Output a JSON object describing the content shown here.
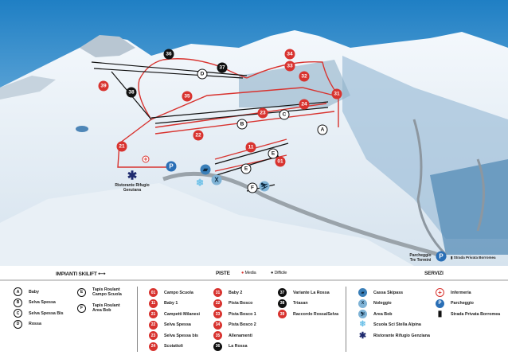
{
  "map": {
    "pistes": [
      {
        "n": "36",
        "c": "blk"
      },
      {
        "n": "37",
        "c": "blk"
      },
      {
        "n": "38",
        "c": "blk"
      },
      {
        "n": "39",
        "c": "red"
      },
      {
        "n": "35",
        "c": "red"
      },
      {
        "n": "34",
        "c": "red"
      },
      {
        "n": "33",
        "c": "red"
      },
      {
        "n": "32",
        "c": "red"
      },
      {
        "n": "31",
        "c": "red"
      },
      {
        "n": "24",
        "c": "red"
      },
      {
        "n": "23",
        "c": "red"
      },
      {
        "n": "22",
        "c": "red"
      },
      {
        "n": "21",
        "c": "red"
      },
      {
        "n": "11",
        "c": "red"
      },
      {
        "n": "01",
        "c": "red"
      }
    ],
    "lifts": [
      "D",
      "C",
      "B",
      "A",
      "E",
      "E",
      "F"
    ],
    "labels": {
      "rifugio": "Ristorante Rifugio Genziana",
      "parcheggio": "Parcheggio Tre Termini",
      "strada": "Strada Privata Borromea"
    },
    "colors": {
      "media": "#d8332f",
      "difficile": "#111111",
      "service": "#3a7fb8"
    }
  },
  "legend": {
    "impianti_title": "IMPIANTI SKILIFT",
    "piste_title": "PISTE",
    "media": "Media",
    "difficile": "Difficile",
    "servizi_title": "SERVIZI",
    "lifts": [
      {
        "code": "A",
        "label": "Baby"
      },
      {
        "code": "B",
        "label": "Selva Spessa"
      },
      {
        "code": "C",
        "label": "Selva Spessa Bis"
      },
      {
        "code": "D",
        "label": "Rossa"
      },
      {
        "code": "E",
        "label": "Tapis Roulant Campo Scuola"
      },
      {
        "code": "F",
        "label": "Tapis Roulant Area Bob"
      }
    ],
    "pistes": [
      {
        "n": "01",
        "label": "Campo Scuola",
        "c": "red"
      },
      {
        "n": "11",
        "label": "Baby 1",
        "c": "red"
      },
      {
        "n": "21",
        "label": "Campetti Milanesi",
        "c": "red"
      },
      {
        "n": "22",
        "label": "Selva Spessa",
        "c": "red"
      },
      {
        "n": "23",
        "label": "Selva Spessa bis",
        "c": "red"
      },
      {
        "n": "24",
        "label": "Scoiattoli",
        "c": "red"
      },
      {
        "n": "31",
        "label": "Baby 2",
        "c": "red"
      },
      {
        "n": "32",
        "label": "Pista Bosco",
        "c": "red"
      },
      {
        "n": "33",
        "label": "Pista Bosco 1",
        "c": "red"
      },
      {
        "n": "34",
        "label": "Pista Bosco 2",
        "c": "red"
      },
      {
        "n": "35",
        "label": "Allenamenti",
        "c": "red"
      },
      {
        "n": "36",
        "label": "La Rossa",
        "c": "blk"
      },
      {
        "n": "37",
        "label": "Variante La Rossa",
        "c": "blk"
      },
      {
        "n": "38",
        "label": "Triasan",
        "c": "blk"
      },
      {
        "n": "39",
        "label": "Raccordo Rossa/Selva",
        "c": "red"
      }
    ],
    "services": [
      {
        "icon": "ticket-icon",
        "label": "Cassa Skipass"
      },
      {
        "icon": "ski-rental-icon",
        "label": "Noleggio"
      },
      {
        "icon": "sled-icon",
        "label": "Area Bob"
      },
      {
        "icon": "snowflake-icon",
        "label": "Scuola Sci Stella Alpina"
      },
      {
        "icon": "restaurant-icon",
        "label": "Ristorante Rifugio Genziana"
      },
      {
        "icon": "first-aid-icon",
        "label": "Infermeria"
      },
      {
        "icon": "parking-icon",
        "label": "Parcheggio"
      },
      {
        "icon": "private-road-icon",
        "label": "Strada Privata Borromea"
      }
    ]
  }
}
